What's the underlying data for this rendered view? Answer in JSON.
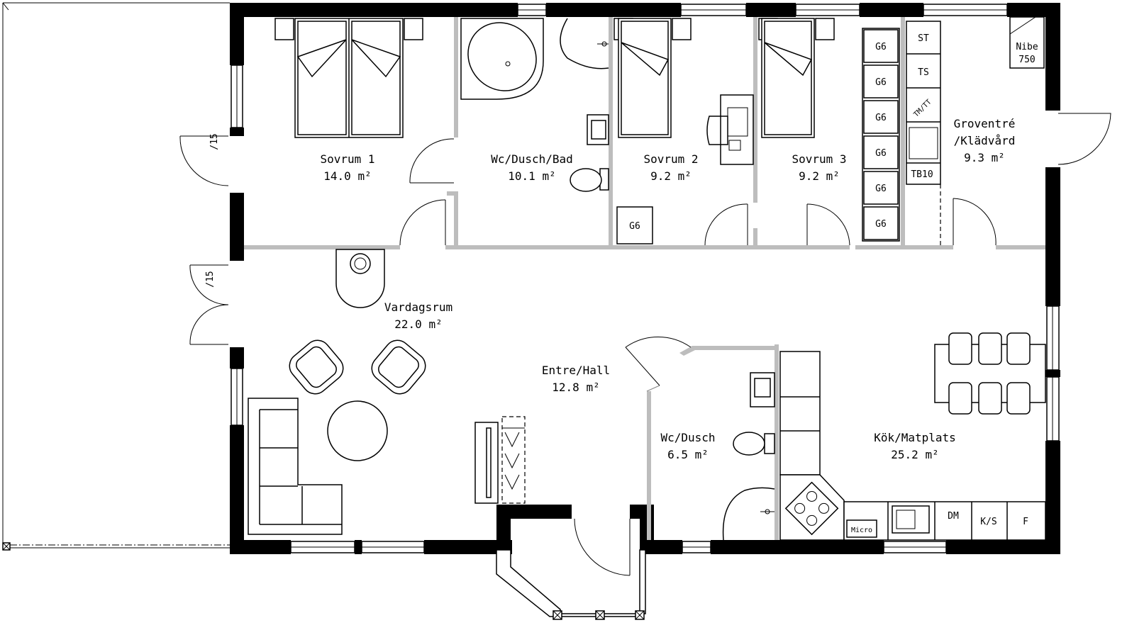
{
  "rooms": [
    {
      "name": "Sovrum 1",
      "area": "14.0 m²"
    },
    {
      "name": "Wc/Dusch/Bad",
      "area": "10.1 m²"
    },
    {
      "name": "Sovrum 2",
      "area": "9.2 m²"
    },
    {
      "name": "Sovrum 3",
      "area": "9.2 m²"
    },
    {
      "name": "Groventré",
      "name2": "/Klädvård",
      "area": "9.3 m²"
    },
    {
      "name": "Vardagsrum",
      "area": "22.0 m²"
    },
    {
      "name": "Entre/Hall",
      "area": "12.8 m²"
    },
    {
      "name": "Wc/Dusch",
      "area": "6.5 m²"
    },
    {
      "name": "Kök/Matplats",
      "area": "25.2 m²"
    }
  ],
  "cabinets": {
    "wardrobe": "G6",
    "laundry": [
      "ST",
      "TS",
      "TM/TT",
      "TB10"
    ],
    "heat_pump": [
      "Nibe",
      "750"
    ],
    "kitchen": [
      "Micro",
      "DM",
      "K/S",
      "F"
    ]
  },
  "terrace_doors": [
    "/15",
    "/15"
  ]
}
